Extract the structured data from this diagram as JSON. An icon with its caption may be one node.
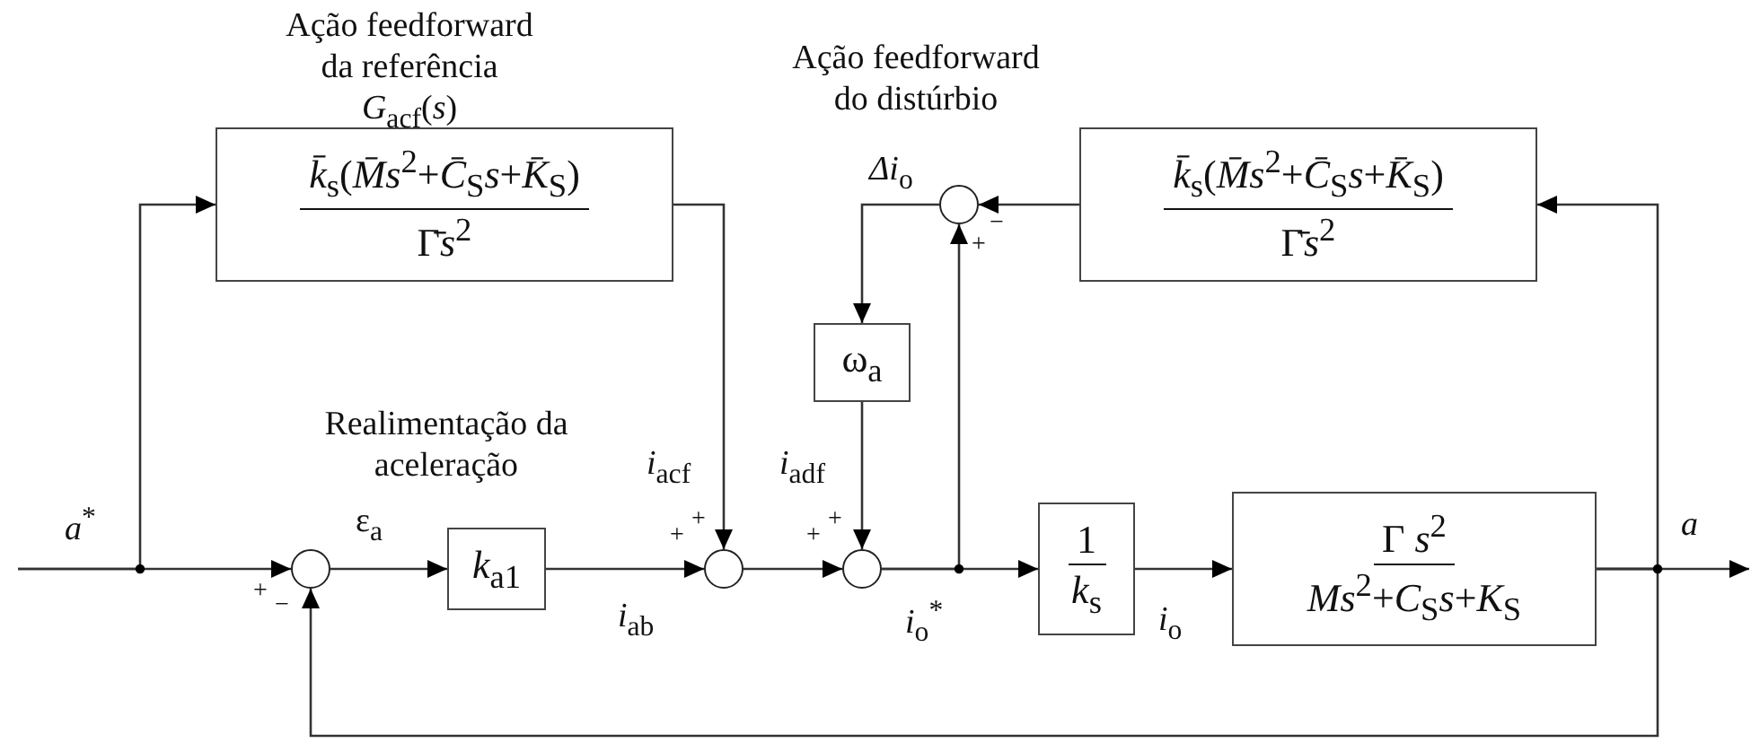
{
  "diagram": {
    "nodes": [
      {
        "text": [
          "*k̄*$_{s}$(*M̄s*$^{2}$+*C̄*$_{S}$*s*+*K̄*$_{S}$)",
          "Γ̄*s*$^{2}$"
        ],
        "beside": [
          "Ação feedforward da referência *G*$_{acf}$(*s*)"
        ]
      },
      {
        "text": [],
        "shape": "circle"
      },
      {
        "text": [
          "*k*$_{a1}$"
        ]
      },
      {
        "text": [],
        "shape": "circle"
      },
      {
        "text": [],
        "shape": "circle"
      },
      {
        "text": [
          "ω$_{a}$"
        ]
      },
      {
        "text": [],
        "shape": "circle"
      },
      {
        "text": [
          "1",
          "*k*$_{s}$"
        ]
      },
      {
        "text": [
          "Γ *s*$^{2}$",
          "*Ms*$^{2}$+*C*$_{S}$*s*+*K*$_{S}$"
        ]
      },
      {
        "text": [
          "*k̄*$_{s}$(*M̄s*$^{2}$+*C̄*$_{S}$*s*+*K̄*$_{S}$)",
          "Γ̄*s*$^{2}$"
        ]
      }
    ],
    "edges": [
      {
        "from": null,
        "to": 1,
        "arrow": "to"
      },
      {
        "from": null,
        "to": 0,
        "arrow": "to"
      },
      {
        "from": 0,
        "to": 3,
        "arrow": "to"
      },
      {
        "from": 1,
        "to": 2,
        "arrow": "to"
      },
      {
        "from": 2,
        "to": 3,
        "arrow": "to"
      },
      {
        "from": 3,
        "to": 4,
        "arrow": "to"
      },
      {
        "from": 5,
        "to": 4,
        "arrow": "to"
      },
      {
        "from": 4,
        "to": 7,
        "arrow": "to"
      },
      {
        "from": 4,
        "to": 6,
        "arrow": "to"
      },
      {
        "from": 9,
        "to": 6,
        "arrow": "to"
      },
      {
        "from": 6,
        "to": 5,
        "arrow": "to"
      },
      {
        "from": 7,
        "to": 8,
        "arrow": "to"
      },
      {
        "from": 8,
        "to": null,
        "arrow": "to"
      },
      {
        "from": 8,
        "to": 9,
        "arrow": "to"
      },
      {
        "from": 8,
        "to": 1,
        "arrow": "to"
      }
    ],
    "labels": [
      "Ação feedforward do distúrbio",
      "*Δi*$_{o}$",
      "+",
      "−",
      "Realimentação da aceleração",
      "*i*$_{acf}$",
      "*i*$_{adf}$",
      "*a*$^{*}$",
      "ε$_{a}$",
      "+",
      "+",
      "+",
      "+",
      "*a*",
      "+",
      "−",
      "*i*$_{ab}$",
      "*i*$_{o}$$^{*}$",
      "*i*$_{o}$"
    ]
  }
}
